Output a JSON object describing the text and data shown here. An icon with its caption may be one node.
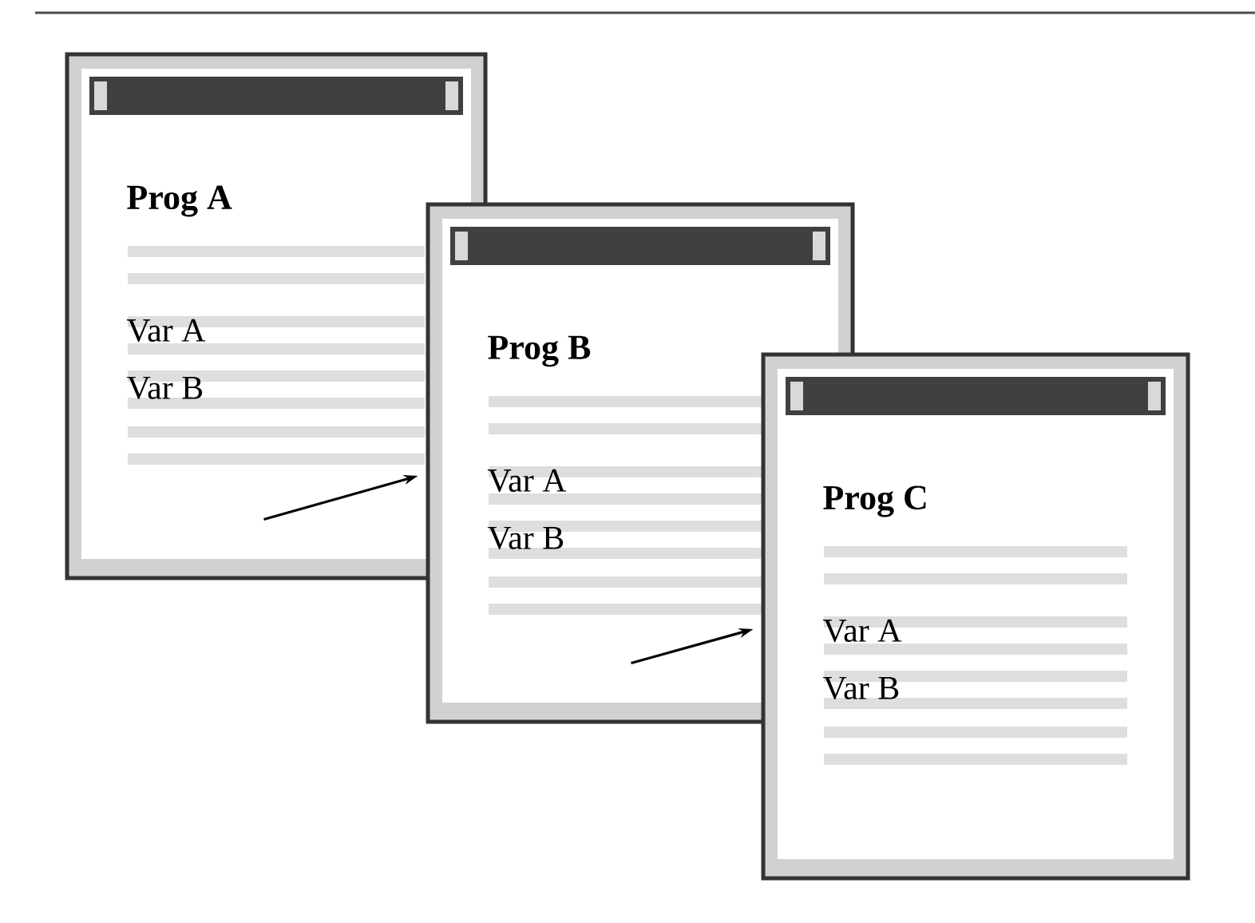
{
  "diagram": {
    "nodes": [
      {
        "text": [
          "Prog A",
          "Var A",
          "Var B"
        ]
      },
      {
        "text": [
          "Prog B",
          "Var A",
          "Var B"
        ]
      },
      {
        "text": [
          "Prog C",
          "Var A",
          "Var B"
        ]
      }
    ],
    "edges": [
      {
        "from": 0,
        "to": 1,
        "arrow": "to"
      },
      {
        "from": 1,
        "to": 2,
        "arrow": "to"
      }
    ]
  }
}
